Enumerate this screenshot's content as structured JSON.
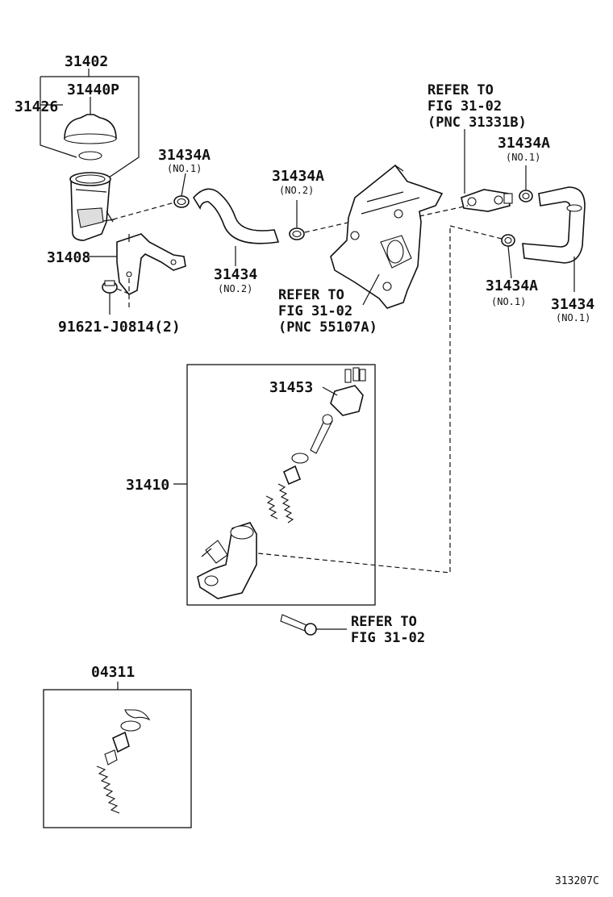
{
  "labels": {
    "p31402": "31402",
    "p31440p": "31440P",
    "p31426": "31426",
    "p31434a_top_left": "31434A",
    "p31434a_top_left_no": "(NO.1)",
    "p31434a_mid": "31434A",
    "p31434a_mid_no": "(NO.2)",
    "p31434a_right_top": "31434A",
    "p31434a_right_top_no": "(NO.1)",
    "p31434a_right_bottom": "31434A",
    "p31434a_right_bottom_no": "(NO.1)",
    "p31434_left": "31434",
    "p31434_left_no": "(NO.2)",
    "p31434_right": "31434",
    "p31434_right_no": "(NO.1)",
    "p31408": "31408",
    "p91621": "91621-J0814(2)",
    "p31453": "31453",
    "p31410": "31410",
    "p04311": "04311",
    "figure_code": "313207C"
  },
  "references": {
    "ref_top_right": [
      "REFER TO",
      "FIG 31-02",
      "(PNC 31331B)"
    ],
    "ref_pedal": [
      "REFER TO",
      "FIG 31-02",
      "(PNC 55107A)"
    ],
    "ref_bolt": [
      "REFER TO",
      "FIG 31-02"
    ]
  },
  "colors": {
    "ink": "#111111",
    "background": "#ffffff",
    "part_shading": "#dddddd"
  }
}
